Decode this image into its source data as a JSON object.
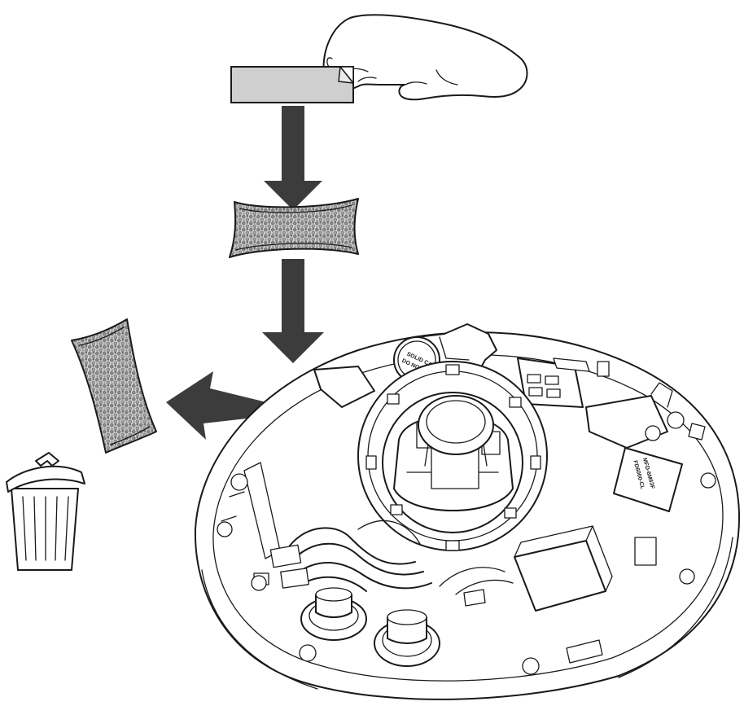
{
  "diagram": {
    "labels": {
      "sticker_top": "SOLID CAP",
      "sticker_bottom": "DO NOT REMOVE",
      "model_line1": "MFD-6M63F",
      "model_line2": "FD6000-CL"
    },
    "colors": {
      "line": "#1a1a1a",
      "arrow": "#3c3c3c",
      "tape": "#cfcfcf",
      "desiccant_bead": "#8a8a8a",
      "background": "#ffffff"
    }
  }
}
